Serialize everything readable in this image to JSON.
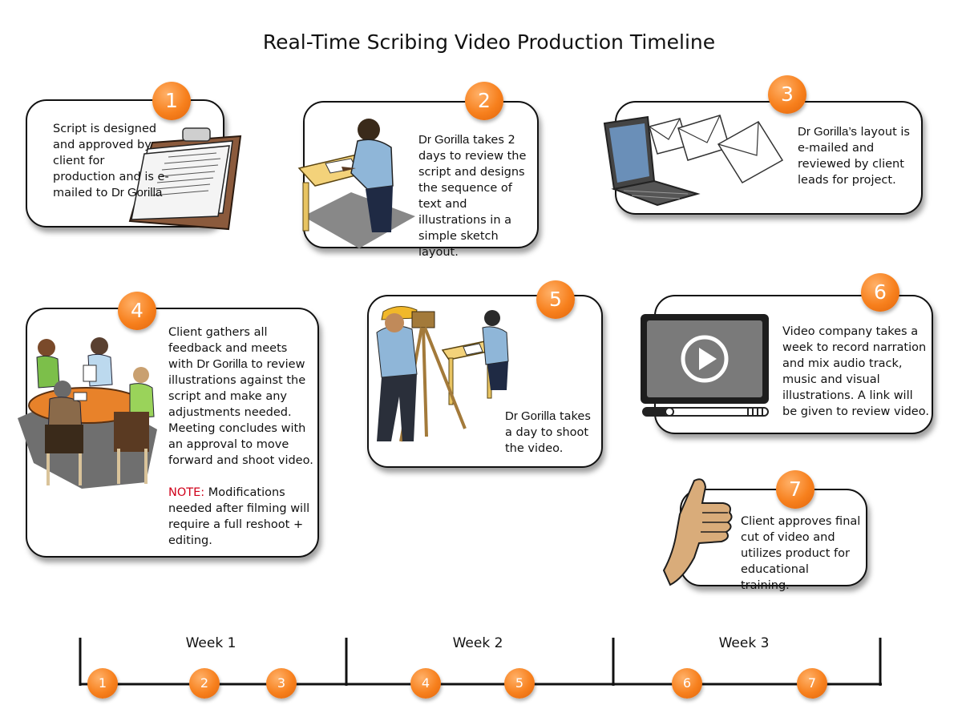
{
  "title": "Real-Time Scribing Video Production Timeline",
  "steps": [
    {
      "number": "1",
      "brand": "Dr Gorilla",
      "text_before": "Script is designed and approved by client for production and is e-mailed to",
      "text_after": ""
    },
    {
      "number": "2",
      "brand": "Dr Gorilla",
      "text_before": "",
      "text_after": " takes 2 days to review the script and designs the sequence of text and illustrations in a simple sketch layout."
    },
    {
      "number": "3",
      "brand": "Dr Gorilla’s",
      "text_before": "",
      "text_after": " layout is e-mailed and reviewed by client leads for project."
    },
    {
      "number": "4",
      "brand": "Dr Gorilla",
      "text_before": "Client gathers all feedback and meets with",
      "text_after": " to review illustrations against the script and make any adjustments needed. Meeting concludes with an approval to move forward and shoot video.",
      "note_label": "NOTE:",
      "note_text": " Modifications needed after filming will require a full reshoot + editing."
    },
    {
      "number": "5",
      "brand": "Dr Gorilla",
      "text_before": "",
      "text_after": " takes a day to shoot the video."
    },
    {
      "number": "6",
      "text": "Video company takes  a week to record narration and mix audio track, music and visual illustrations. A link will be given to review video."
    },
    {
      "number": "7",
      "text": "Client approves final cut of video and utilizes product for educational training."
    }
  ],
  "timeline": {
    "weeks": [
      "Week 1",
      "Week 2",
      "Week 3"
    ],
    "markers": [
      "1",
      "2",
      "3",
      "4",
      "5",
      "6",
      "7"
    ]
  },
  "colors": {
    "badge_orange": "#f7801d",
    "note_red": "#d0021b",
    "card_border": "#111111"
  }
}
